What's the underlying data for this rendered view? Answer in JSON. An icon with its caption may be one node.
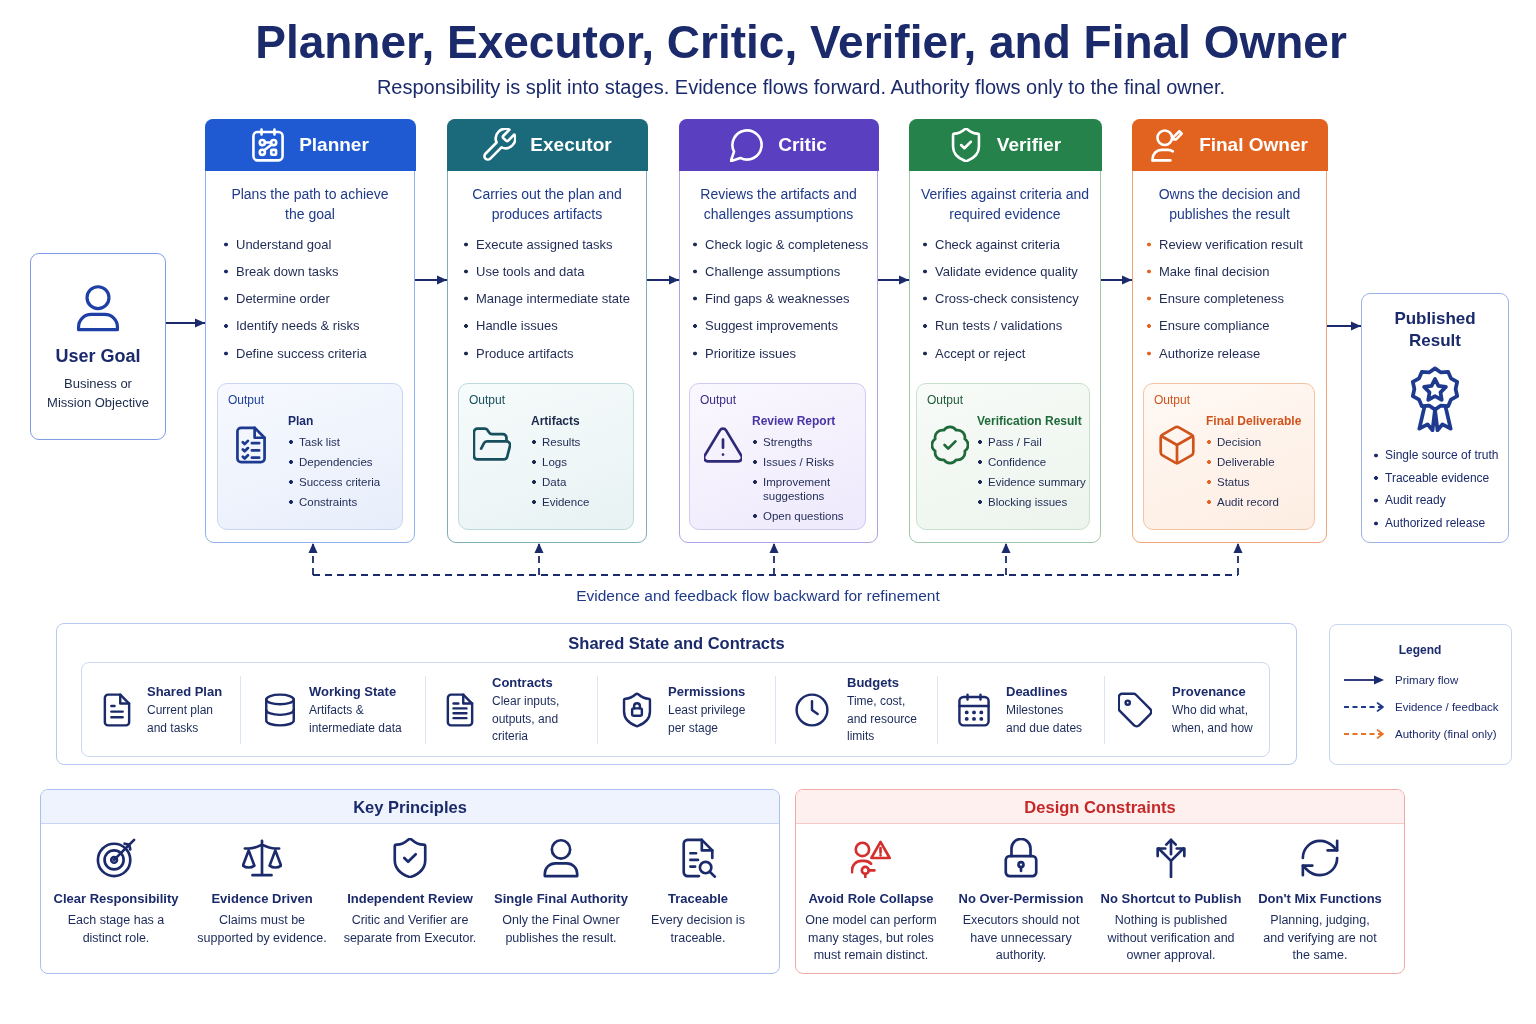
{
  "diagram": {
    "title": "Planner, Executor, Critic, Verifier, and Final Owner",
    "nodes": [
      {
        "text": [
          "User Goal",
          "Business or Mission Objective"
        ]
      },
      {
        "text": [
          "Planner",
          "Plans the path to achieve the goal",
          "Understand goal",
          "Break down tasks",
          "Determine order",
          "Identify needs & risks",
          "Define success criteria"
        ]
      },
      {
        "text": [
          "Output",
          "Plan",
          "Task list",
          "Dependencies",
          "Success criteria",
          "Constraints"
        ],
        "in": 1
      },
      {
        "text": [
          "Executor",
          "Carries out the plan and produces artifacts",
          "Execute assigned tasks",
          "Use tools and data",
          "Manage intermediate state",
          "Handle issues",
          "Produce artifacts"
        ]
      },
      {
        "text": [
          "Output",
          "Artifacts",
          "Results",
          "Logs",
          "Data",
          "Evidence"
        ],
        "in": 3
      },
      {
        "text": [
          "Critic",
          "Reviews the artifacts and challenges assumptions",
          "Check logic & completeness",
          "Challenge assumptions",
          "Find gaps & weaknesses",
          "Suggest improvements",
          "Prioritize issues"
        ]
      },
      {
        "text": [
          "Output",
          "Review Report",
          "Strengths",
          "Issues / Risks",
          "Improvement suggestions",
          "Open questions"
        ],
        "in": 5
      },
      {
        "text": [
          "Verifier",
          "Verifies against criteria and required evidence",
          "Check against criteria",
          "Validate evidence quality",
          "Cross-check consistency",
          "Run tests / validations",
          "Accept or reject"
        ]
      },
      {
        "text": [
          "Output",
          "Verification Result",
          "Pass / Fail",
          "Confidence",
          "Evidence summary",
          "Blocking issues"
        ],
        "in": 7
      },
      {
        "text": [
          "Final Owner",
          "Owns the decision and publishes the result",
          "Review verification result",
          "Make final decision",
          "Ensure completeness",
          "Ensure compliance",
          "Authorize release"
        ]
      },
      {
        "text": [
          "Output",
          "Final Deliverable",
          "Decision",
          "Deliverable",
          "Status",
          "Audit record"
        ],
        "in": 9
      },
      {
        "text": [
          "Published Result",
          "Single source of truth",
          "Traceable evidence",
          "Audit ready",
          "Authorized release"
        ]
      },
      {
        "text": [
          "Shared State and Contracts"
        ]
      },
      {
        "text": [
          "Shared Plan",
          "Current plan and tasks"
        ],
        "in": 12
      },
      {
        "text": [
          "Working State",
          "Artifacts & intermediate data"
        ],
        "in": 12
      },
      {
        "text": [
          "Contracts",
          "Clear inputs, outputs, and criteria"
        ],
        "in": 12
      },
      {
        "text": [
          "Permissions",
          "Least privilege per stage"
        ],
        "in": 12
      },
      {
        "text": [
          "Budgets",
          "Time, cost, and resource limits"
        ],
        "in": 12
      },
      {
        "text": [
          "Deadlines",
          "Milestones and due dates"
        ],
        "in": 12
      },
      {
        "text": [
          "Provenance",
          "Who did what, when, and how"
        ],
        "in": 12
      },
      {
        "text": [
          "Key Principles"
        ]
      },
      {
        "text": [
          "Clear Responsibility",
          "Each stage has a distinct role."
        ],
        "in": 20
      },
      {
        "text": [
          "Evidence Driven",
          "Claims must be supported by evidence."
        ],
        "in": 20
      },
      {
        "text": [
          "Independent Review",
          "Critic and Verifier are separate from Executor."
        ],
        "in": 20
      },
      {
        "text": [
          "Single Final Authority",
          "Only the Final Owner publishes the result."
        ],
        "in": 20
      },
      {
        "text": [
          "Traceable",
          "Every decision is traceable."
        ],
        "in": 20
      },
      {
        "text": [
          "Design Constraints"
        ]
      },
      {
        "text": [
          "Avoid Role Collapse",
          "One model can perform many stages, but roles must remain distinct."
        ],
        "in": 26
      },
      {
        "text": [
          "No Over-Permission",
          "Executors should not have unnecessary authority."
        ],
        "in": 26
      },
      {
        "text": [
          "No Shortcut to Publish",
          "Nothing is published without verification and owner approval."
        ],
        "in": 26
      },
      {
        "text": [
          "Don't Mix Functions",
          "Planning, judging, and verifying are not the same."
        ],
        "in": 26
      }
    ],
    "edges": [
      {
        "from": 0,
        "to": 1,
        "arrow": "to"
      },
      {
        "from": 1,
        "to": 3,
        "arrow": "to"
      },
      {
        "from": 3,
        "to": 5,
        "arrow": "to"
      },
      {
        "from": 5,
        "to": 7,
        "arrow": "to"
      },
      {
        "from": 7,
        "to": 9,
        "arrow": "to"
      },
      {
        "from": 9,
        "to": 11,
        "arrow": "to"
      },
      {
        "from": null,
        "to": 1,
        "arrow": "to",
        "style": "dashed"
      },
      {
        "from": null,
        "to": 3,
        "arrow": "to",
        "style": "dashed"
      },
      {
        "from": null,
        "to": 5,
        "arrow": "to",
        "style": "dashed"
      },
      {
        "from": null,
        "to": 7,
        "arrow": "to",
        "style": "dashed"
      },
      {
        "from": null,
        "to": 9,
        "arrow": "to",
        "style": "dashed"
      }
    ],
    "labels": [
      "Responsibility is split into stages. Evidence flows forward. Authority flows only to the final owner.",
      "Evidence and feedback flow backward for refinement",
      "Legend"
    ],
    "legend": [
      {
        "text": "Primary flow"
      },
      {
        "text": "Evidence / feedback"
      },
      {
        "text": "Authority (final only)"
      }
    ]
  }
}
